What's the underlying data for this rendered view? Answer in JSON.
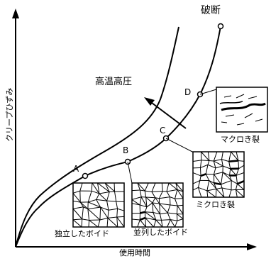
{
  "figure": {
    "x_axis_label": "使用時間",
    "y_axis_label": "クリープひずみ",
    "rupture_label": "破断",
    "condition_label": "高温高圧",
    "points": [
      "A",
      "B",
      "C",
      "D"
    ],
    "stages": [
      {
        "label": "独立したボイド"
      },
      {
        "label": "並列したボイド"
      },
      {
        "label": "ミクロき裂"
      },
      {
        "label": "マクロき裂"
      }
    ]
  }
}
